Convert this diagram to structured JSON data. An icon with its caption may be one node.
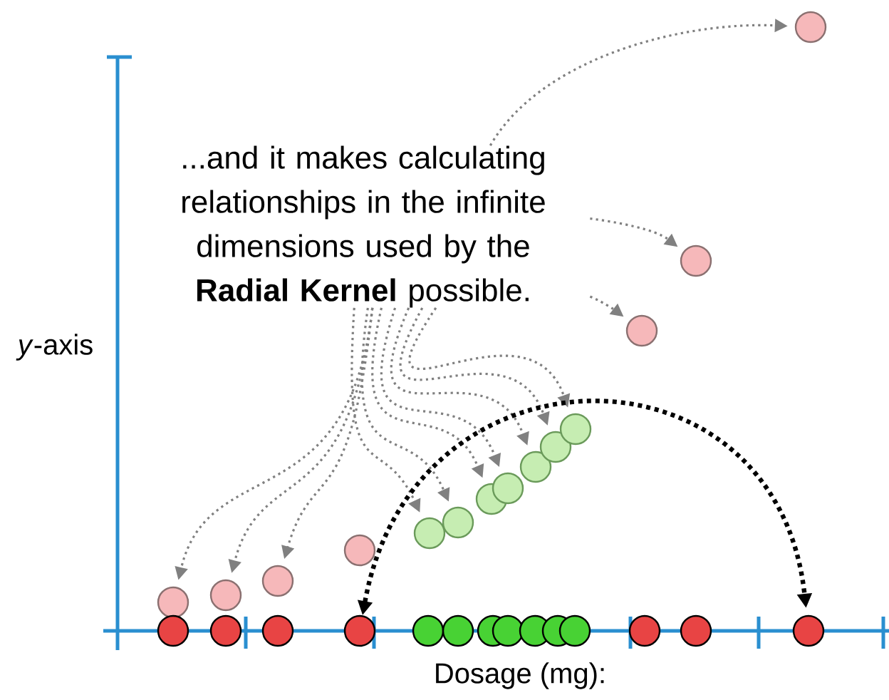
{
  "diagram": {
    "nodes": [
      {
        "text": [
          "...and it makes calculating relationships in the infinite dimensions used by the **Radial Kernel** possible."
        ]
      },
      {
        "text": [],
        "shape": "circle"
      },
      {
        "text": [],
        "shape": "circle"
      },
      {
        "text": [],
        "shape": "circle"
      },
      {
        "text": [],
        "shape": "circle"
      },
      {
        "text": [],
        "shape": "circle"
      },
      {
        "text": [],
        "shape": "circle"
      },
      {
        "text": [],
        "shape": "circle"
      },
      {
        "text": [],
        "shape": "circle"
      },
      {
        "text": [],
        "shape": "circle"
      },
      {
        "text": [],
        "shape": "circle"
      },
      {
        "text": [],
        "shape": "circle"
      },
      {
        "text": [],
        "shape": "circle"
      },
      {
        "text": [],
        "shape": "circle"
      },
      {
        "text": [],
        "shape": "circle"
      },
      {
        "text": [],
        "shape": "circle"
      },
      {
        "text": [],
        "shape": "circle"
      },
      {
        "text": [],
        "shape": "circle"
      },
      {
        "text": [],
        "shape": "circle"
      },
      {
        "text": [],
        "shape": "circle"
      },
      {
        "text": [],
        "shape": "circle"
      },
      {
        "text": [],
        "shape": "circle"
      },
      {
        "text": [],
        "shape": "circle"
      },
      {
        "text": [],
        "shape": "circle"
      },
      {
        "text": [],
        "shape": "circle"
      },
      {
        "text": [],
        "shape": "circle"
      },
      {
        "text": [],
        "shape": "circle"
      },
      {
        "text": [],
        "shape": "circle"
      },
      {
        "text": [],
        "shape": "circle"
      }
    ],
    "edges": [
      {
        "from": 0,
        "to": 1,
        "arrow": "to",
        "style": "dashed"
      },
      {
        "from": 0,
        "to": 2,
        "arrow": "to",
        "style": "dashed"
      },
      {
        "from": 0,
        "to": 3,
        "arrow": "to",
        "style": "dashed"
      },
      {
        "from": 0,
        "to": 4,
        "arrow": "to",
        "style": "dashed"
      },
      {
        "from": 0,
        "to": 5,
        "arrow": "to",
        "style": "dashed"
      },
      {
        "from": 0,
        "to": 6,
        "arrow": "to",
        "style": "dashed"
      },
      {
        "from": 0,
        "to": 8,
        "arrow": "to",
        "style": "dashed"
      },
      {
        "from": 0,
        "to": 9,
        "arrow": "to",
        "style": "dashed"
      },
      {
        "from": 0,
        "to": 10,
        "arrow": "to",
        "style": "dashed"
      },
      {
        "from": 0,
        "to": 11,
        "arrow": "to",
        "style": "dashed"
      },
      {
        "from": 0,
        "to": 12,
        "arrow": "to",
        "style": "dashed"
      },
      {
        "from": 0,
        "to": 13,
        "arrow": "to",
        "style": "dashed"
      },
      {
        "from": 0,
        "to": 14,
        "arrow": "to",
        "style": "dashed"
      },
      {
        "from": 18,
        "to": 28,
        "arrow": "both",
        "style": "dashed",
        "color": "#000000"
      }
    ],
    "labels": [
      "*y*-axis",
      "Dosage (mg):"
    ]
  }
}
